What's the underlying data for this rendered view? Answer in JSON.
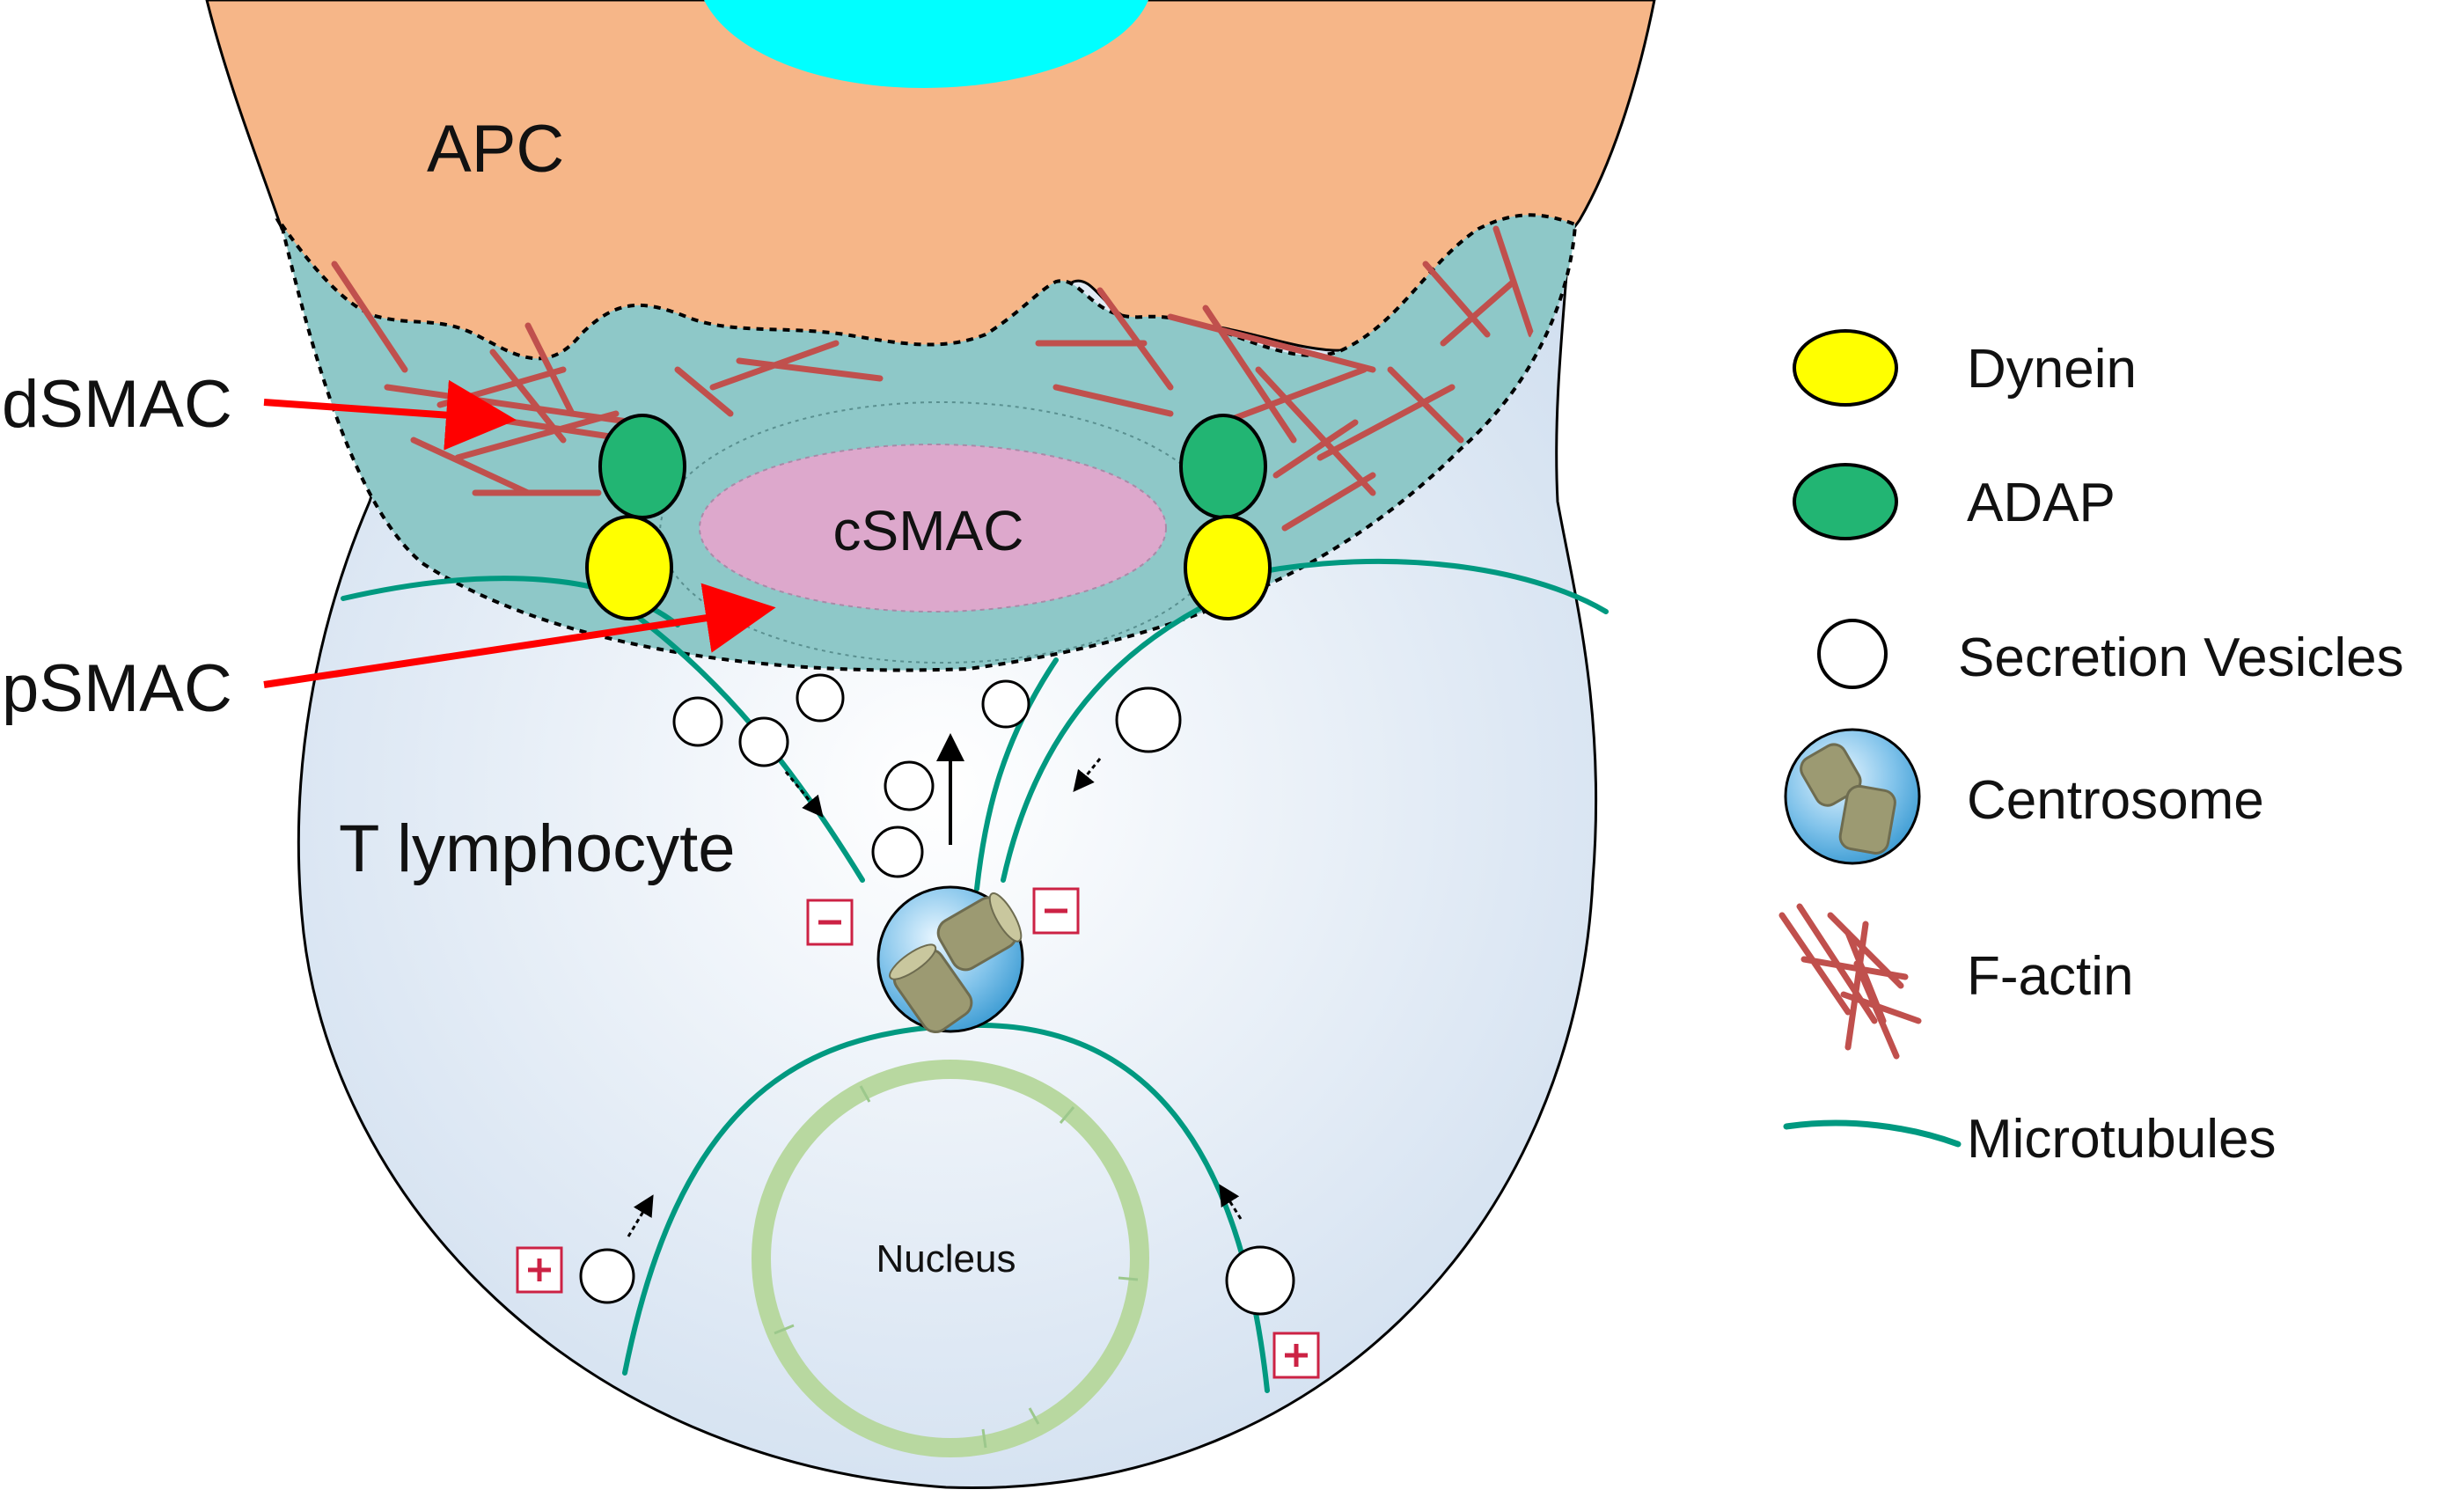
{
  "labels": {
    "apc": "APC",
    "dsmac": "dSMAC",
    "psmac": "pSMAC",
    "csmac": "cSMAC",
    "t_lymphocyte": "T lymphocyte",
    "nucleus": "Nucleus",
    "minus": "−",
    "plus": "+"
  },
  "legend": [
    {
      "key": "dynein",
      "label": "Dynein",
      "icon": "yellow-ellipse",
      "color": "#ffff00"
    },
    {
      "key": "adap",
      "label": "ADAP",
      "icon": "green-ellipse",
      "color": "#22b573"
    },
    {
      "key": "vesicle",
      "label": "Secretion Vesicles",
      "icon": "white-circle",
      "color": "#ffffff"
    },
    {
      "key": "centrosome",
      "label": "Centrosome",
      "icon": "centrosome-sphere",
      "color": "#8cc8e8"
    },
    {
      "key": "factin",
      "label": "F-actin",
      "icon": "red-filaments",
      "color": "#c0504d"
    },
    {
      "key": "microtubules",
      "label": "Microtubules",
      "icon": "teal-line",
      "color": "#009980"
    }
  ],
  "colors": {
    "apc": "#f6b688",
    "apc_nucleus": "#00ffff",
    "synapse": "#8ec8c8",
    "csmac": "#dda8cc",
    "cell_body": "#dde8f4",
    "arrow_red": "#ff0000",
    "mark_red": "#cc2244"
  }
}
